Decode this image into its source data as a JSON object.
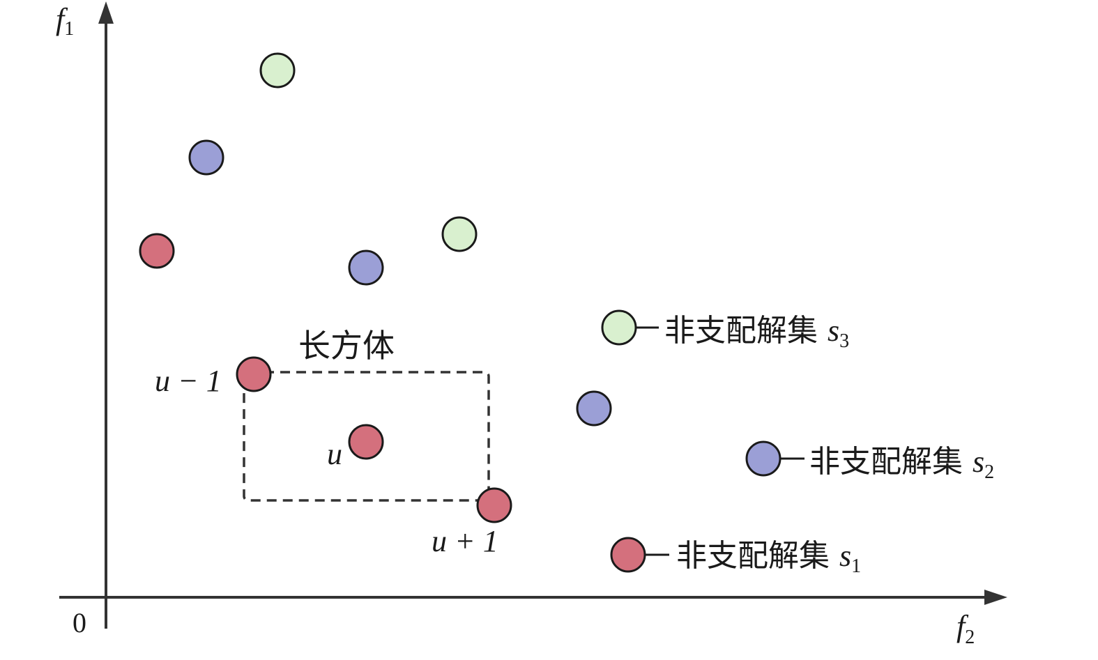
{
  "axes": {
    "origin_label": "0",
    "y_label": "f",
    "y_label_sub": "1",
    "x_label": "f",
    "x_label_sub": "2"
  },
  "colors": {
    "red": "#d4707d",
    "blue": "#9b9fd6",
    "green": "#d9f0cf",
    "stroke": "#1a1a1a",
    "axis": "#333333"
  },
  "box": {
    "label": "长方体"
  },
  "point_labels": {
    "u_minus_1": "u − 1",
    "u": "u",
    "u_plus_1": "u + 1"
  },
  "legend": [
    {
      "key": "s3",
      "color": "green",
      "text": "非支配解集 ",
      "var": "s",
      "sub": "3"
    },
    {
      "key": "s2",
      "color": "blue",
      "text": "非支配解集 ",
      "var": "s",
      "sub": "2"
    },
    {
      "key": "s1",
      "color": "red",
      "text": "非支配解集 ",
      "var": "s",
      "sub": "1"
    }
  ]
}
